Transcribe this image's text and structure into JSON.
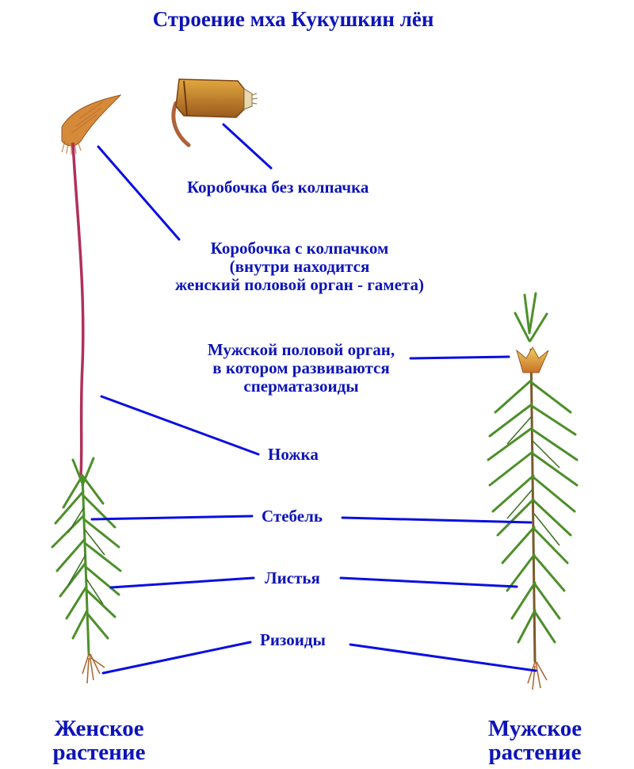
{
  "title": "Строение мха Кукушкин лён",
  "labels": {
    "capsule_no_cap": "Коробочка без колпачка",
    "capsule_with_cap": [
      "Коробочка с колпачком",
      "(внутри находится",
      "женский половой орган - гамета)"
    ],
    "male_organ": [
      "Мужской половой орган,",
      "в котором развиваются",
      "сперматазоиды"
    ],
    "stalk": "Ножка",
    "stem": "Стебель",
    "leaves": "Листья",
    "rhizoids": "Ризоиды"
  },
  "captions": {
    "female": [
      "Женское",
      "растение"
    ],
    "male": [
      "Мужское",
      "растение"
    ]
  },
  "colors": {
    "text": "#0d14b8",
    "leader_line": "#0a0fe0",
    "stalk": "#b0305a",
    "leaf": "#4d8f2a",
    "cap": "#d07a2a",
    "capsule": "#c98a2a",
    "male_cup": "#e6c03a",
    "rhizoid": "#a8642a"
  },
  "icons": {
    "capsule_with_cap": "moss-capsule-with-cap-icon",
    "capsule_without_cap": "moss-capsule-without-cap-icon",
    "female_plant": "female-moss-plant-icon",
    "male_plant": "male-moss-plant-icon"
  }
}
